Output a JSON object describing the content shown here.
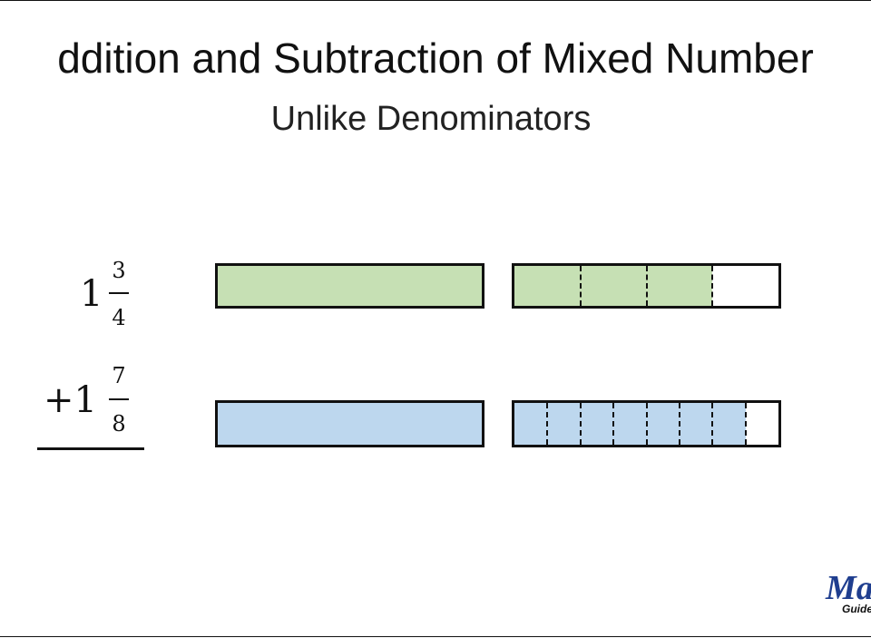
{
  "title": "ddition and Subtraction of Mixed Number",
  "subtitle": "Unlike Denominators",
  "problem": {
    "first": {
      "whole": "1",
      "numerator": "3",
      "denominator": "4"
    },
    "second": {
      "prefix": "+1",
      "numerator": "7",
      "denominator": "8"
    }
  },
  "models": [
    {
      "name": "first-addend",
      "whole_units": 1,
      "partial_filled": 3,
      "partial_parts": 4,
      "color": "#c6e0b4"
    },
    {
      "name": "second-addend",
      "whole_units": 1,
      "partial_filled": 7,
      "partial_parts": 8,
      "color": "#bdd7ee"
    }
  ],
  "colors": {
    "green_fill": "#c6e0b4",
    "blue_fill": "#bdd7ee",
    "outline": "#111111",
    "logo_blue": "#1f3e8f"
  },
  "logo": {
    "main": "Ma",
    "sub": "Guide"
  }
}
